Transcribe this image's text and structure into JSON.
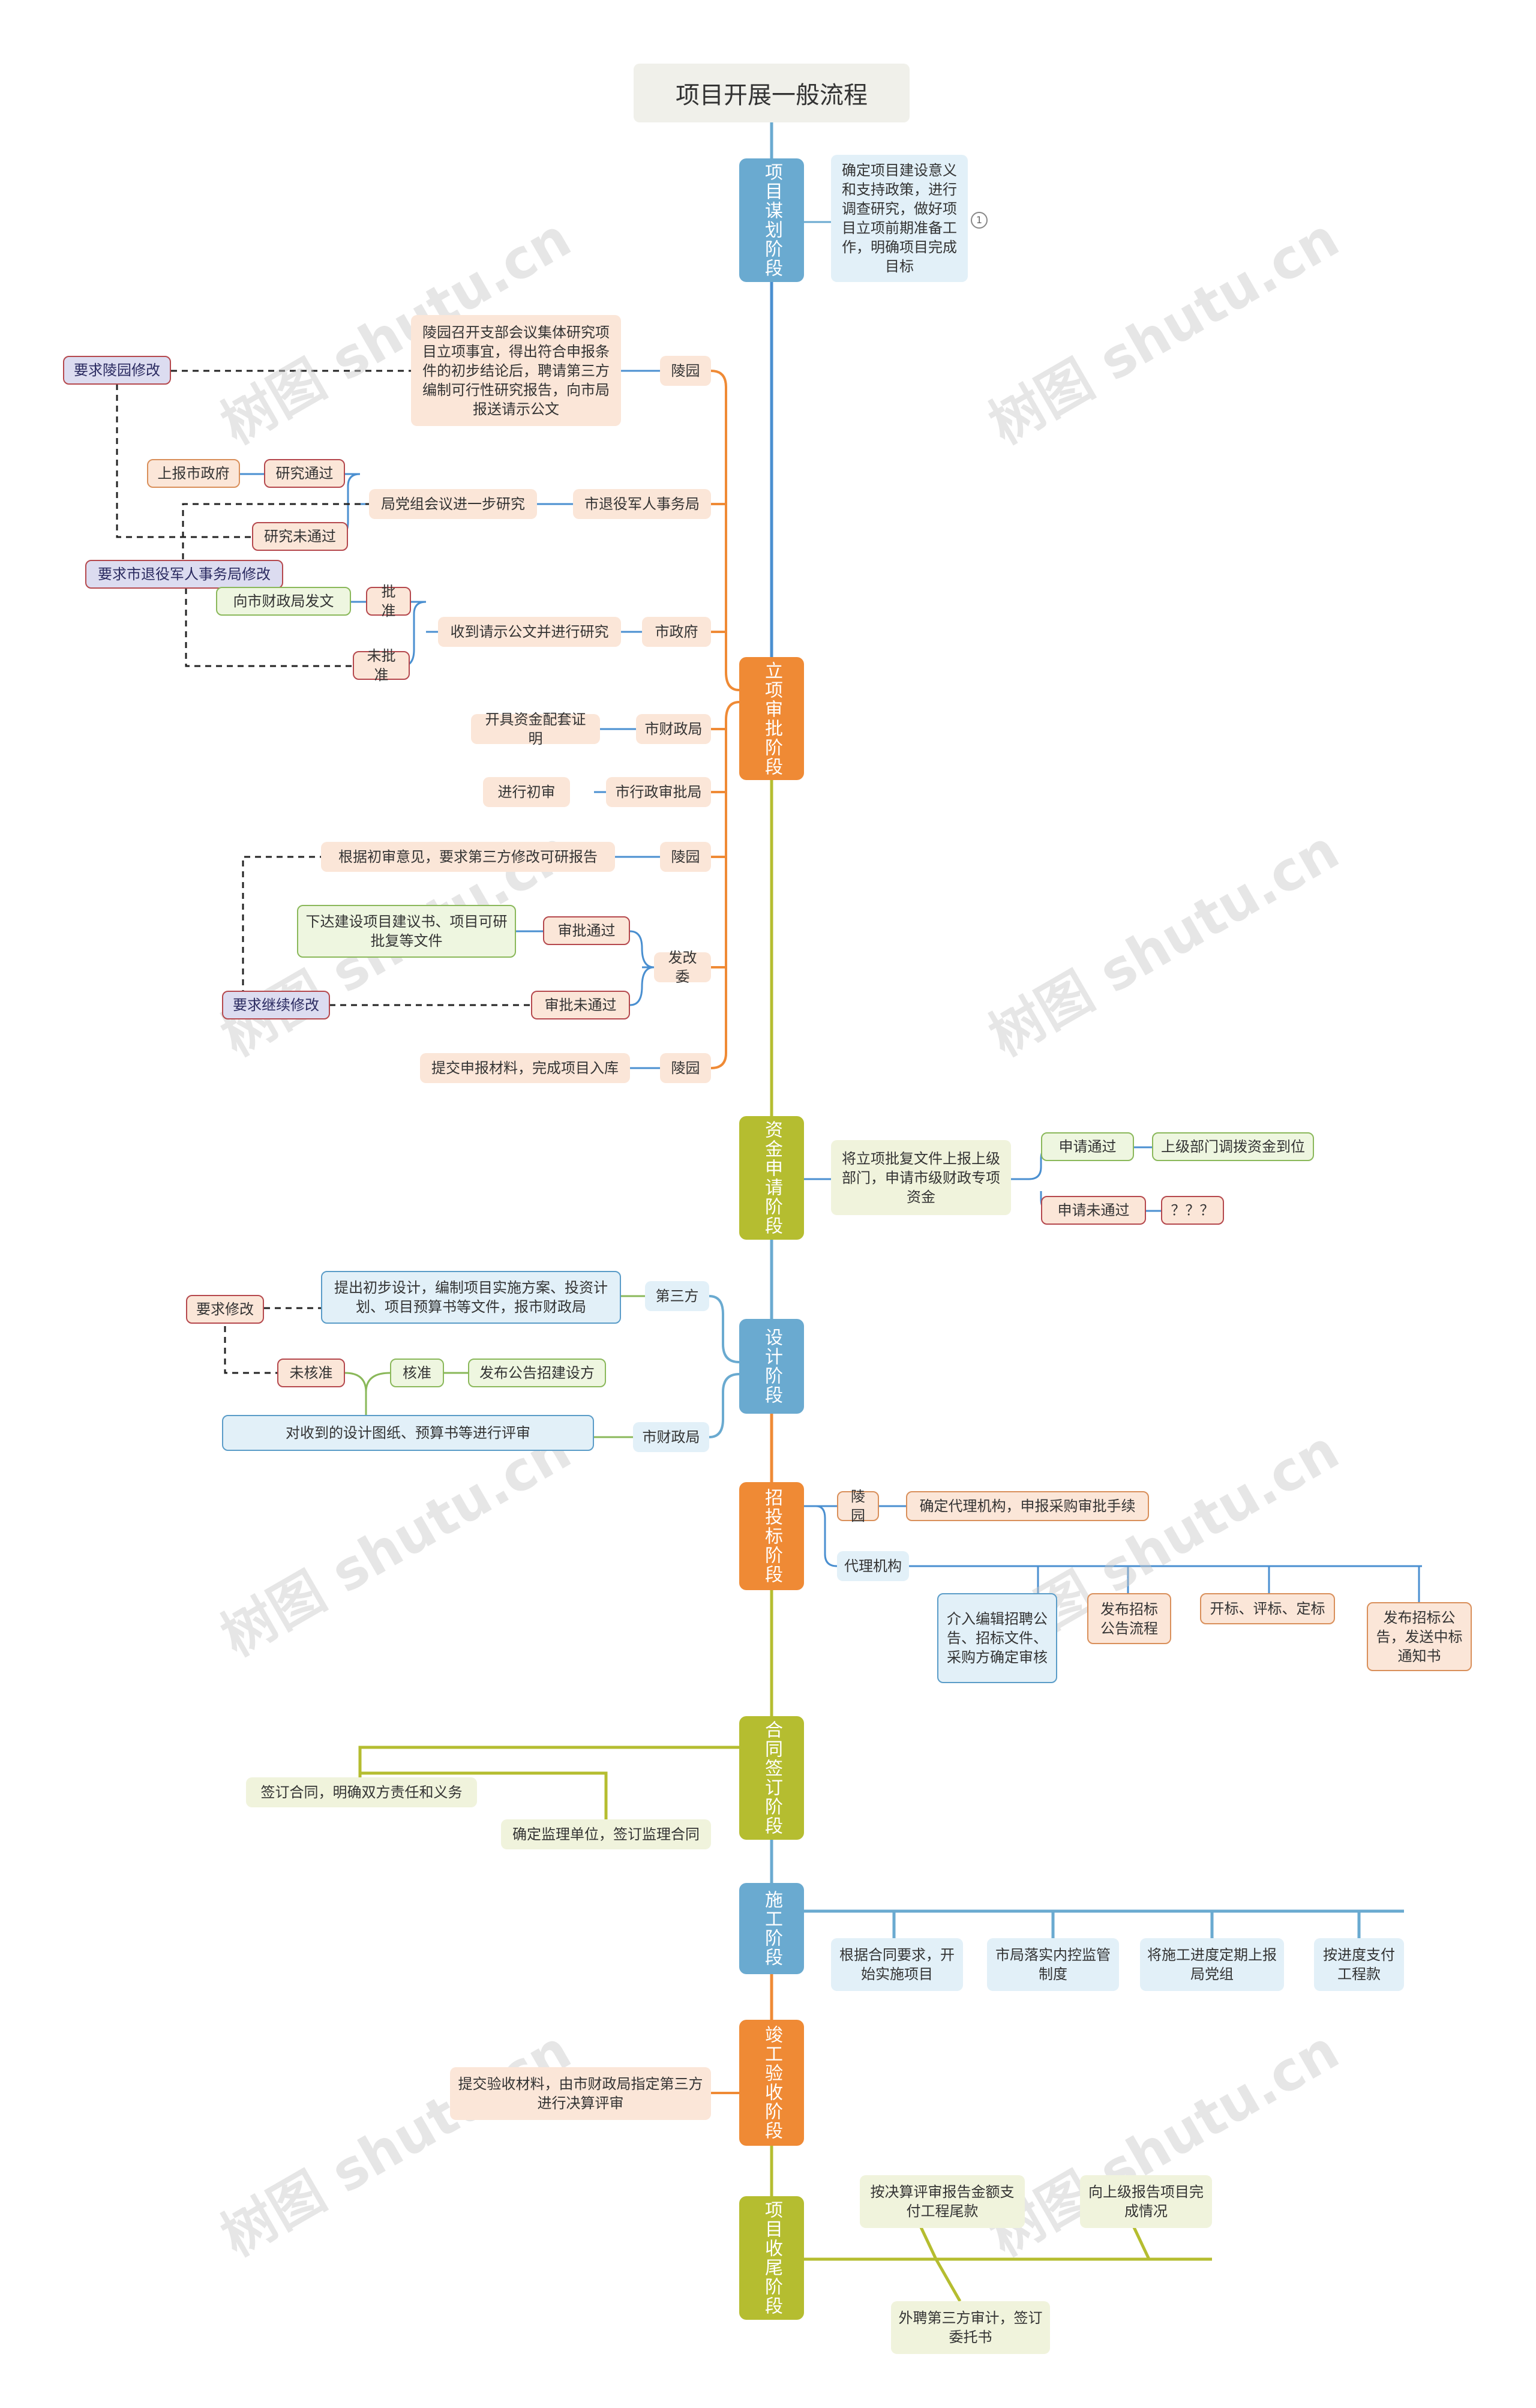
{
  "title": "项目开展一般流程",
  "stages": {
    "s1": "项目谋划阶段",
    "s2": "立项审批阶段",
    "s3": "资金申请阶段",
    "s4": "设计阶段",
    "s5": "招投标阶段",
    "s6": "合同签订阶段",
    "s7": "施工阶段",
    "s8": "竣工验收阶段",
    "s9": "项目收尾阶段"
  },
  "planning": {
    "text": "确定项目建设意义和支持政策，进行调查研究，做好项目立项前期准备工作，明确项目完成目标",
    "badge": "1"
  },
  "approval": {
    "lingyuan1": "陵园",
    "lingyuan1_text": "陵园召开支部会议集体研究项目立项事宜，得出符合申报条件的初步结论后，聘请第三方编制可行性研究报告，向市局报送请示公文",
    "req_lingyuan": "要求陵园修改",
    "veteran": "市退役军人事务局",
    "veteran_text": "局党组会议进一步研究",
    "research_pass": "研究通过",
    "report_gov": "上报市政府",
    "research_fail": "研究未通过",
    "req_veteran": "要求市退役军人事务局修改",
    "gov": "市政府",
    "gov_text": "收到请示公文并进行研究",
    "approve": "批准",
    "to_finance": "向市财政局发文",
    "not_approve": "未批准",
    "finance": "市财政局",
    "finance_text": "开具资金配套证明",
    "admin": "市行政审批局",
    "admin_text": "进行初审",
    "lingyuan2": "陵园",
    "lingyuan2_text": "根据初审意见，要求第三方修改可研报告",
    "ndrc": "发改委",
    "ndrc_pass": "审批通过",
    "ndrc_pass_text": "下达建设项目建议书、项目可研批复等文件",
    "ndrc_fail": "审批未通过",
    "req_continue": "要求继续修改",
    "lingyuan3": "陵园",
    "lingyuan3_text": "提交申报材料，完成项目入库"
  },
  "funding": {
    "text": "将立项批复文件上报上级部门，申请市级财政专项资金",
    "pass": "申请通过",
    "pass_text": "上级部门调拨资金到位",
    "fail": "申请未通过",
    "fail_text": "？？？"
  },
  "design": {
    "third": "第三方",
    "third_text": "提出初步设计，编制项目实施方案、投资计划、项目预算书等文件，报市财政局",
    "req_modify": "要求修改",
    "finance": "市财政局",
    "review": "对收到的设计图纸、预算书等进行评审",
    "not_approved": "未核准",
    "approved": "核准",
    "publish": "发布公告招建设方"
  },
  "bidding": {
    "lingyuan": "陵园",
    "lingyuan_text": "确定代理机构，申报采购审批手续",
    "agency": "代理机构",
    "a1": "介入编辑招聘公告、招标文件、采购方确定审核",
    "a2": "发布招标公告流程",
    "a3": "开标、评标、定标",
    "a4": "发布招标公告，发送中标通知书"
  },
  "contract": {
    "c1": "签订合同，明确双方责任和义务",
    "c2": "确定监理单位，签订监理合同"
  },
  "construction": {
    "b1": "根据合同要求，开始实施项目",
    "b2": "市局落实内控监管制度",
    "b3": "将施工进度定期上报局党组",
    "b4": "按进度支付工程款"
  },
  "acceptance": {
    "text": "提交验收材料，由市财政局指定第三方进行决算评审"
  },
  "closing": {
    "c1": "按决算评审报告金额支付工程尾款",
    "c2": "向上级报告项目完成情况",
    "c3": "外聘第三方审计，签订委托书"
  },
  "watermark": "树图 shutu.cn",
  "colors": {
    "blue": "#6aaad0",
    "orange": "#ef8a35",
    "olive": "#b5bd30",
    "line_blue": "#4a8fd0",
    "dash": "#222222"
  }
}
